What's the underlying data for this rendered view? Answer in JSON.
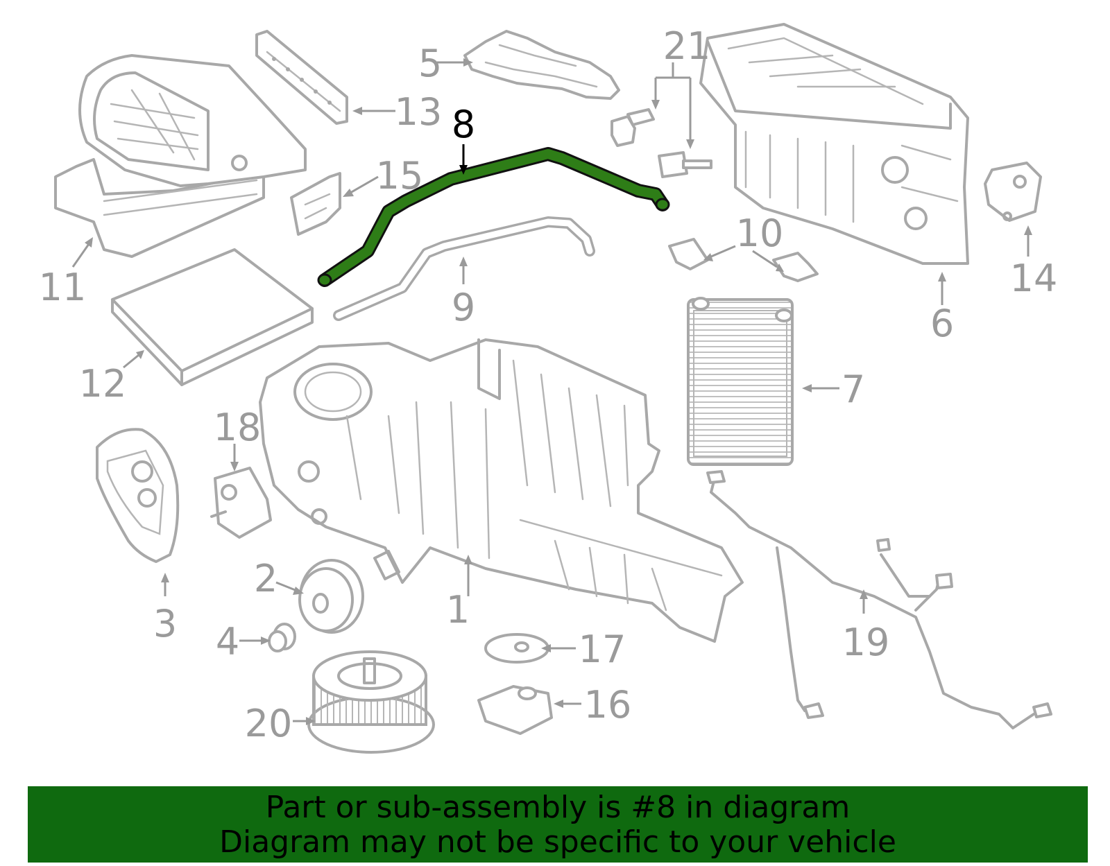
{
  "diagram": {
    "highlight_color": "#2e7d17",
    "part_color": "#a8a8a8",
    "callouts": {
      "c1": "1",
      "c2": "2",
      "c3": "3",
      "c4": "4",
      "c5": "5",
      "c6": "6",
      "c7": "7",
      "c8": "8",
      "c9": "9",
      "c10": "10",
      "c11": "11",
      "c12": "12",
      "c13": "13",
      "c14": "14",
      "c15": "15",
      "c16": "16",
      "c17": "17",
      "c18": "18",
      "c19": "19",
      "c20": "20",
      "c21": "21"
    }
  },
  "footer": {
    "line1": "Part or sub-assembly is #8 in diagram",
    "line2": "Diagram may not be specific to your vehicle",
    "background": "#0f6a0f"
  }
}
